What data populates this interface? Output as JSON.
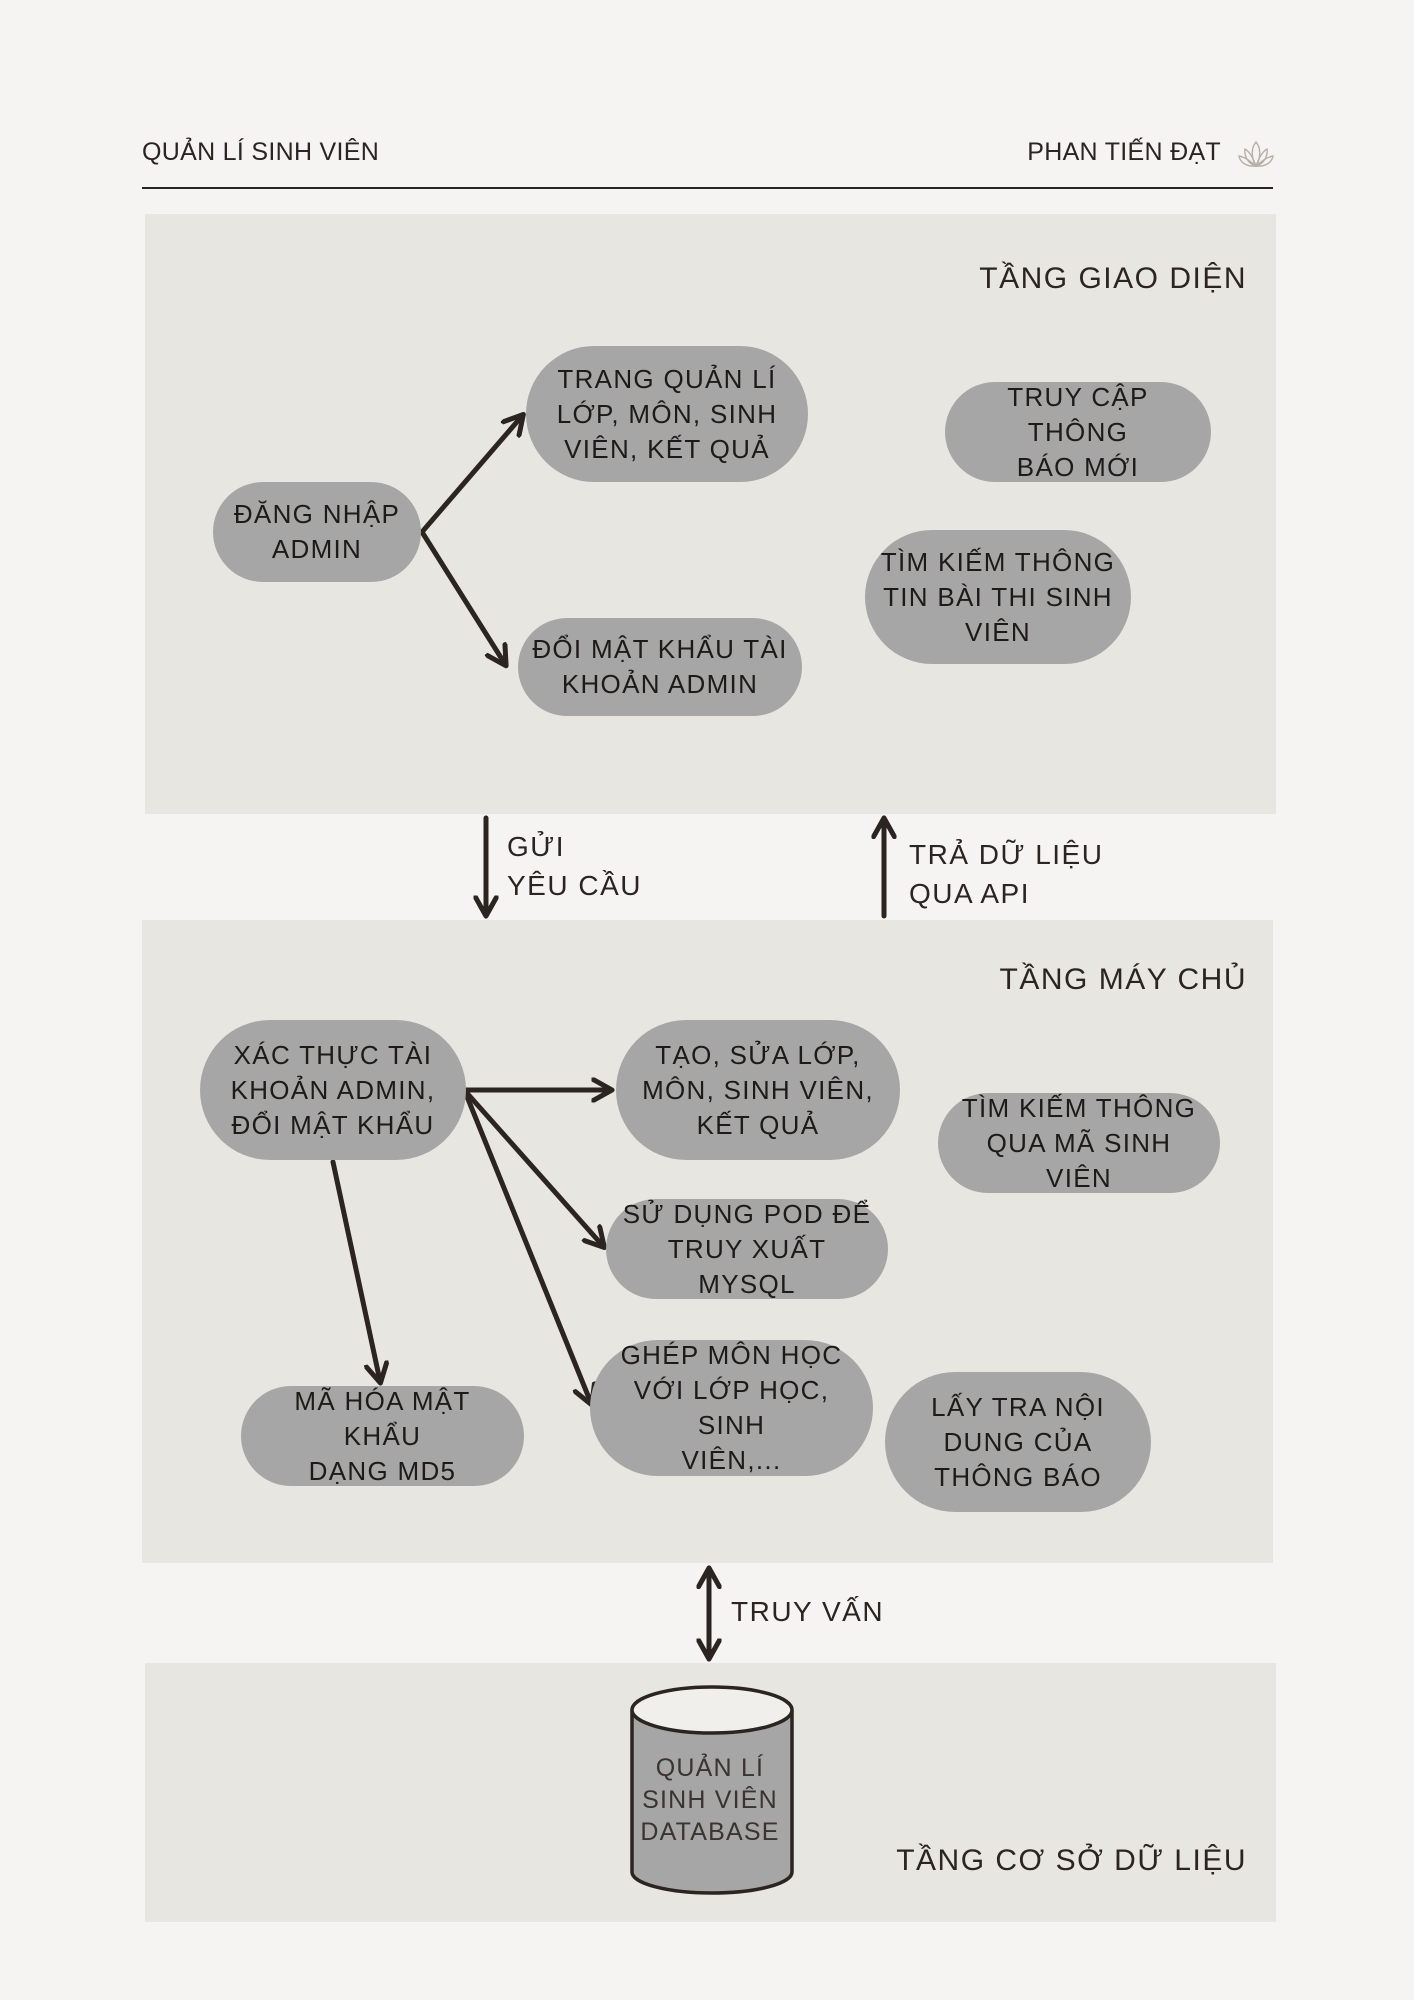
{
  "header": {
    "left_title": "QUẢN LÍ SINH VIÊN",
    "right_title": "PHAN TIẾN ĐẠT",
    "logo_icon": "lotus-icon"
  },
  "layers": {
    "interface": {
      "title": "TẦNG GIAO DIỆN",
      "nodes": {
        "login": "ĐĂNG NHẬP\nADMIN",
        "manage": "TRANG QUẢN LÍ\nLỚP, MÔN, SINH\nVIÊN, KẾT QUẢ",
        "change_pw": "ĐỔI MẬT KHẨU TÀI\nKHOẢN ADMIN",
        "notify": "TRUY CẬP THÔNG\nBÁO MỚI",
        "search_exam": "TÌM KIẾM THÔNG\nTIN BÀI THI SINH\nVIÊN"
      }
    },
    "server": {
      "title": "TẦNG MÁY CHỦ",
      "nodes": {
        "auth": "XÁC THỰC TÀI\nKHOẢN ADMIN,\nĐỔI MẬT KHẨU",
        "crud": "TẠO, SỬA LỚP,\nMÔN, SINH VIÊN,\nKẾT QUẢ",
        "search_id": "TÌM KIẾM THÔNG\nQUA MÃ SINH VIÊN",
        "pdo": "SỬ DỤNG POD ĐỂ\nTRUY XUẤT MYSQL",
        "md5": "MÃ HÓA MẬT KHẨU\nDẠNG MD5",
        "join": "GHÉP MÔN HỌC\nVỚI LỚP HỌC, SINH\nVIÊN,...",
        "fetch_notice": "LẤY TRA NỘI\nDUNG CỦA\nTHÔNG BÁO"
      }
    },
    "database": {
      "title": "TẦNG CƠ SỞ DỮ LIỆU",
      "db_label": "QUẢN LÍ\nSINH VIÊN\nDATABASE"
    }
  },
  "links": {
    "send_request": "GỬI\nYÊU CẦU",
    "return_api": "TRẢ DỮ LIỆU\nQUA API",
    "query": "TRUY VẤN"
  },
  "colors": {
    "background": "#f5f4f2",
    "layer_fill": "#e8e6e1",
    "node_fill": "#a6a6a6",
    "ink": "#2b2420"
  }
}
